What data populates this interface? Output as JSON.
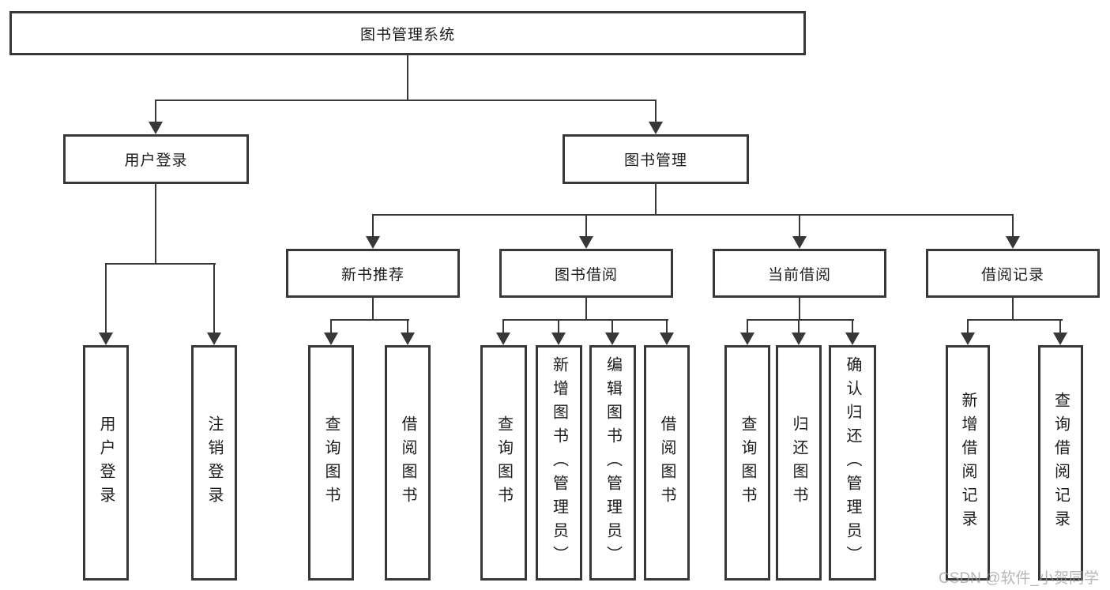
{
  "nodes": {
    "root": "图书管理系统",
    "user_login_branch": "用户登录",
    "book_mgmt_branch": "图书管理",
    "new_books_branch": "新书推荐",
    "book_borrow_branch": "图书借阅",
    "current_borrow_branch": "当前借阅",
    "borrow_records_branch": "借阅记录"
  },
  "leaves": {
    "user_login": [
      "用户登录",
      "注销登录"
    ],
    "new_books": [
      "查询图书",
      "借阅图书"
    ],
    "book_borrow": [
      "查询图书",
      "新增图书（管理员）",
      "编辑图书（管理员）",
      "借阅图书"
    ],
    "current_borrow": [
      "查询图书",
      "归还图书",
      "确认归还（管理员）"
    ],
    "borrow_records": [
      "新增借阅记录",
      "查询借阅记录"
    ]
  },
  "watermark": "CSDN @软件_小贺同学",
  "colors": {
    "line": "#383838",
    "text": "#1c1c1c",
    "watermark": "#9e9e9e",
    "background": "#ffffff"
  }
}
